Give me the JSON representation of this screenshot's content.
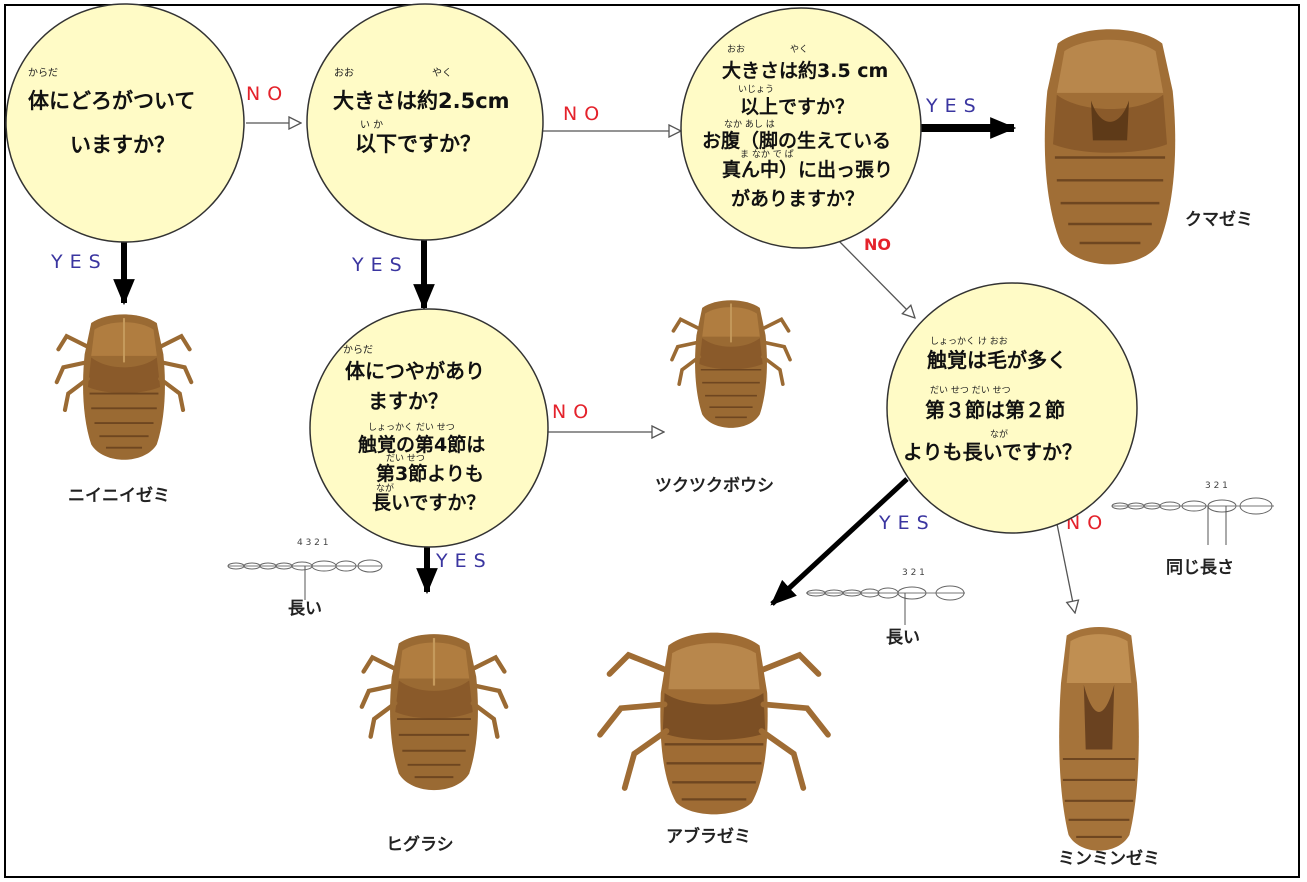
{
  "questions": {
    "q1": {
      "ruby": "からだ",
      "line1": "体にどろがついて",
      "line2": "いますか？"
    },
    "q2": {
      "ruby1": "おお",
      "ruby2": "やく",
      "line1": "大きさは約2.5cm",
      "ruby3": "い か",
      "line2": "以下ですか？"
    },
    "q3": {
      "ruby1": "おお",
      "ruby2": "やく",
      "line1": "大きさは約3.5 cm",
      "ruby3": "いじょう",
      "line2": "以上ですか？",
      "ruby4": "なか あし は",
      "line3": "お腹（脚の生えている",
      "ruby5": "ま なか で ぱ",
      "line4": "真ん中）に出っ張り",
      "line5": "がありますか？"
    },
    "q4": {
      "ruby1": "からだ",
      "line1": "体につやがあり",
      "line2": "ますか？",
      "ruby2": "しょっかく だい せつ",
      "line3": "触覚の第4節は",
      "ruby3": "だい せつ",
      "line4": "第3節よりも",
      "ruby4": "なが",
      "line5": "長いですか？"
    },
    "q5": {
      "ruby1": "しょっかく け おお",
      "line1": "触覚は毛が多く",
      "ruby2": "だい せつ だい せつ",
      "line2": "第３節は第２節",
      "ruby3": "なが",
      "line3": "よりも長いですか？"
    }
  },
  "labels": {
    "yes": "YES",
    "no": "NO"
  },
  "species": {
    "niiniizemi": "ニイニイゼミ",
    "tsukutsukuboushi": "ツクツクボウシ",
    "kumazemi": "クマゼミ",
    "higurashi": "ヒグラシ",
    "aburazemi": "アブラゼミ",
    "minminzemi": "ミンミンゼミ"
  },
  "antenna": {
    "a1": {
      "numbers": "4 3 2 1",
      "label": "長い"
    },
    "a2": {
      "numbers": "3 2 1",
      "label": "長い"
    },
    "a3": {
      "numbers": "3 2 1",
      "label": "同じ長さ"
    }
  },
  "colors": {
    "circle_fill": "#fffbc6",
    "yes_text": "#3a35a0",
    "no_text": "#e4222b",
    "shell": "#9a6a33",
    "shell_dark": "#6e4620",
    "shell_light": "#c59a5c"
  }
}
